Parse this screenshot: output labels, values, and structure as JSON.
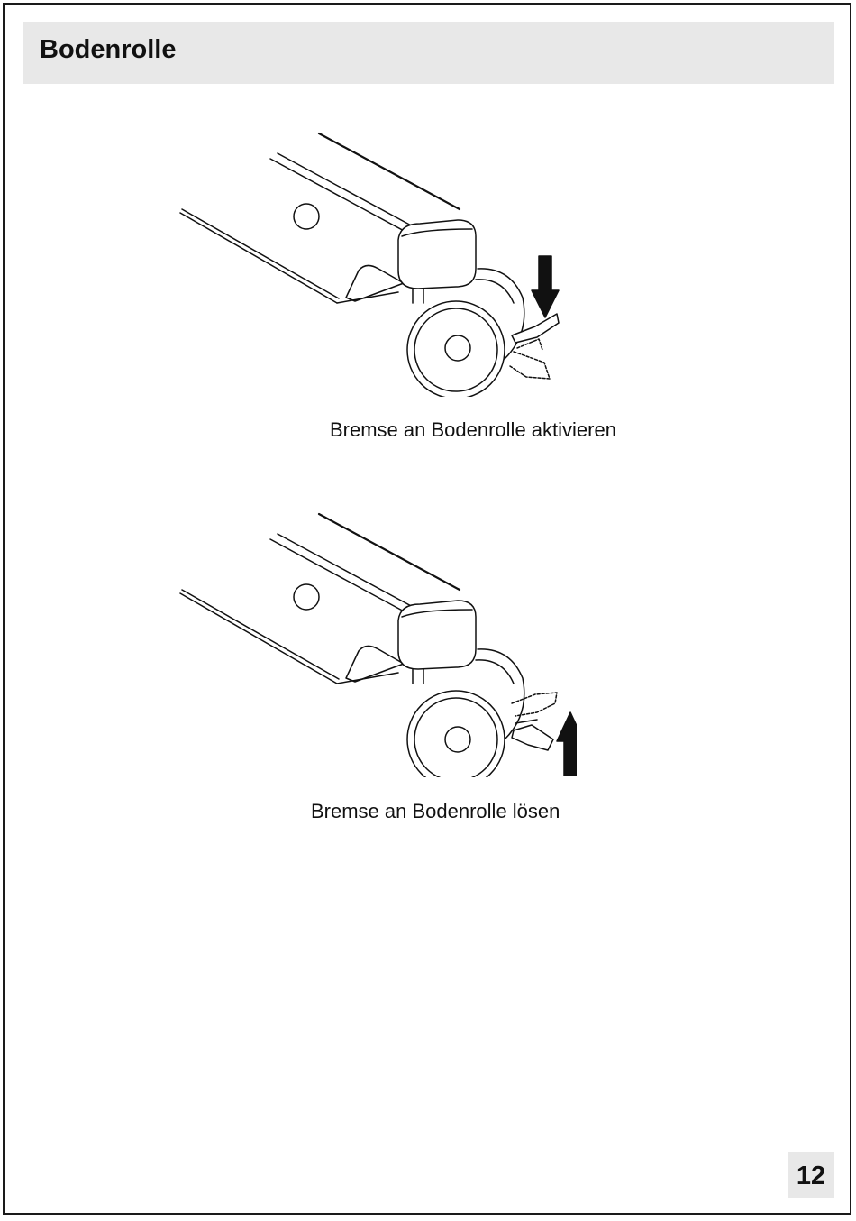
{
  "header": {
    "title": "Bodenrolle"
  },
  "sections": [
    {
      "caption": "Bremse an Bodenrolle aktivieren",
      "arrow": "down",
      "icon": "arrow-down-icon"
    },
    {
      "caption": "Bremse an Bodenrolle lösen",
      "arrow": "up",
      "icon": "arrow-up-icon"
    }
  ],
  "footer": {
    "page_number": "12"
  },
  "colors": {
    "header_background": "#e8e8e8",
    "line": "#111111"
  }
}
